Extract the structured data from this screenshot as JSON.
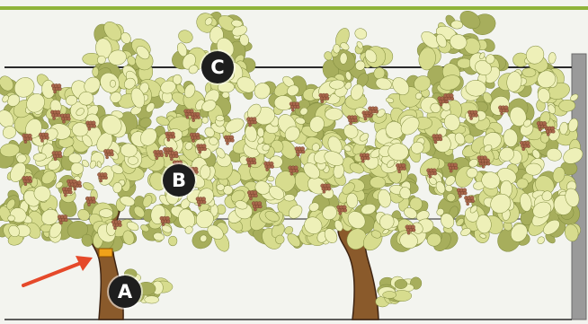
{
  "diagram": {
    "markers": [
      {
        "id": "a",
        "label": "A"
      },
      {
        "id": "b",
        "label": "B"
      },
      {
        "id": "c",
        "label": "C"
      }
    ],
    "colors": {
      "top_band": "#8fb43a",
      "leaf_light": "#eef0b8",
      "leaf_mid": "#d7dc8e",
      "leaf_dark": "#a7ae5c",
      "grape": "#a8674b",
      "trunk": "#8a5a2b",
      "trunk_outline": "#3e2412",
      "wire": "#2a2a2a",
      "post": "#9a9a9a",
      "arrow": "#e5492a",
      "graft_marker": "#f0a21a"
    },
    "icons": [
      "red-arrow-icon",
      "graft-point-icon"
    ]
  }
}
